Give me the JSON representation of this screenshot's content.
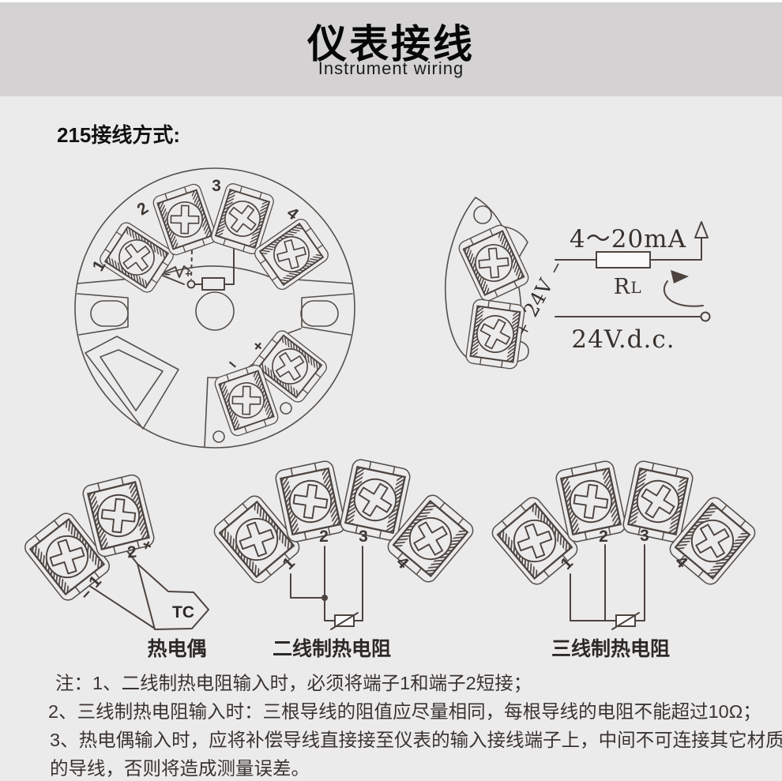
{
  "colors": {
    "background": "#ecebeb",
    "header_band": "#d4d2d2",
    "line_ink": "#4c443f",
    "text": "#3a3431"
  },
  "header": {
    "title": "仪表接线",
    "subtitle": "Instrument wiring"
  },
  "section": {
    "label": "215接线方式:"
  },
  "head_diagram": {
    "terminals": [
      "1",
      "2",
      "3",
      "4"
    ],
    "tc_minus": "−",
    "tc_plus": "+",
    "out_plus": "+",
    "out_minus": "−"
  },
  "loop_diagram": {
    "current_label": "4～20mA",
    "load_r": "R",
    "load_l": "L",
    "supply_label": "24V.d.c.",
    "terminal_label": "24V",
    "terminal_plus": "+",
    "terminal_minus": "−"
  },
  "thermocouple": {
    "label_1": "1",
    "label_2": "2",
    "minus": "−",
    "plus": "+",
    "tag": "TC",
    "caption": "热电偶"
  },
  "rtd2": {
    "labels": [
      "1",
      "2",
      "3",
      "4"
    ],
    "caption": "二线制热电阻"
  },
  "rtd3": {
    "labels": [
      "1",
      "2",
      "3",
      "4"
    ],
    "caption": "三线制热电阻"
  },
  "notes": {
    "line1": "注：1、二线制热电阻输入时，必须将端子1和端子2短接；",
    "line2": "2、三线制热电阻输入时：三根导线的阻值应尽量相同，每根导线的电阻不能超过10Ω；",
    "line3": "3、热电偶输入时，应将补偿导线直接接至仪表的输入接线端子上，中间不可连接其它材质",
    "line4": "的导线，否则将造成测量误差。"
  }
}
